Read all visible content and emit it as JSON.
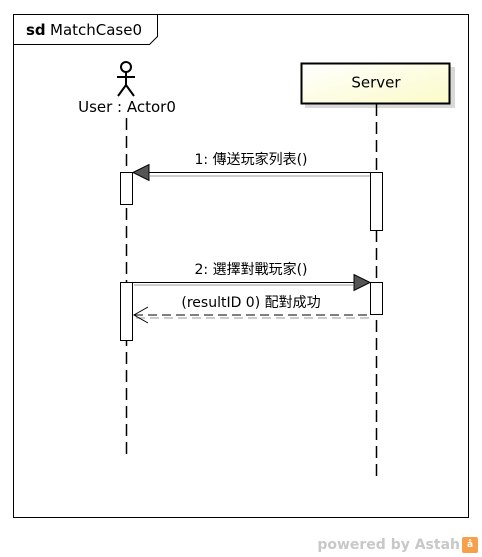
{
  "frame": {
    "keyword": "sd",
    "name": "MatchCase0"
  },
  "lifelines": {
    "actor": {
      "label": "User : Actor0"
    },
    "server": {
      "label": "Server"
    }
  },
  "messages": [
    {
      "label": "1: 傳送玩家列表()"
    },
    {
      "label": "2: 選擇對戰玩家()"
    },
    {
      "label": "(resultID 0) 配對成功"
    }
  ],
  "watermark": {
    "text": "powered by Astah",
    "badge": "å"
  },
  "colors": {
    "server_fill": "#fdfde0",
    "server_shadow": "#d9d9d9"
  }
}
